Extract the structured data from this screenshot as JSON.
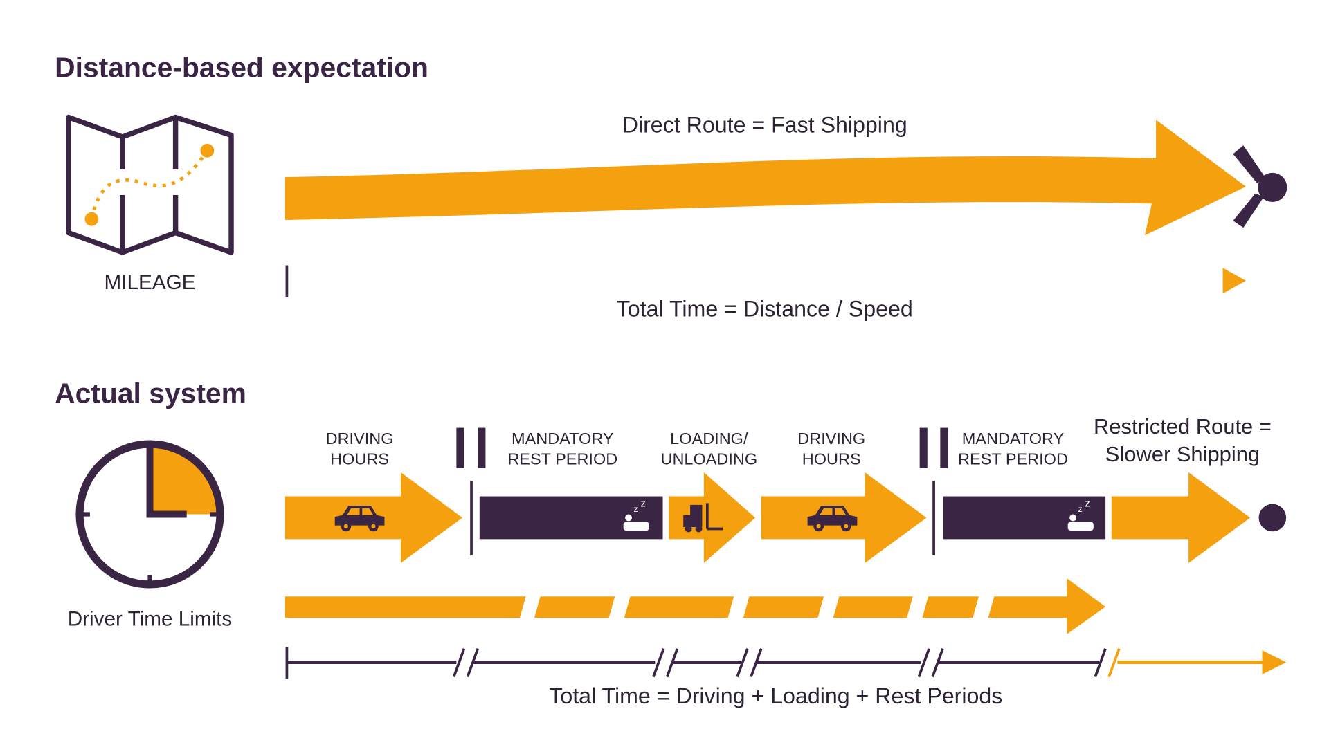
{
  "colors": {
    "accent": "#F5A00F",
    "dark": "#3A2545"
  },
  "top": {
    "title": "Distance-based expectation",
    "icon_label": "MILEAGE",
    "arrow_label": "Direct Route = Fast Shipping",
    "formula": "Total Time = Distance / Speed"
  },
  "bottom": {
    "title": "Actual system",
    "icon_label": "Driver Time Limits",
    "segments": [
      {
        "line1": "DRIVING",
        "line2": "HOURS",
        "icon": "car-icon"
      },
      {
        "line1": "MANDATORY",
        "line2": "REST PERIOD",
        "icon": "sleep-icon"
      },
      {
        "line1": "LOADING/",
        "line2": "UNLOADING",
        "icon": "forklift-icon"
      },
      {
        "line1": "DRIVING",
        "line2": "HOURS",
        "icon": "car-icon"
      },
      {
        "line1": "MANDATORY",
        "line2": "REST PERIOD",
        "icon": "sleep-icon"
      }
    ],
    "end_label_1": "Restricted Route =",
    "end_label_2": "Slower Shipping",
    "formula": "Total Time = Driving + Loading + Rest Periods"
  }
}
